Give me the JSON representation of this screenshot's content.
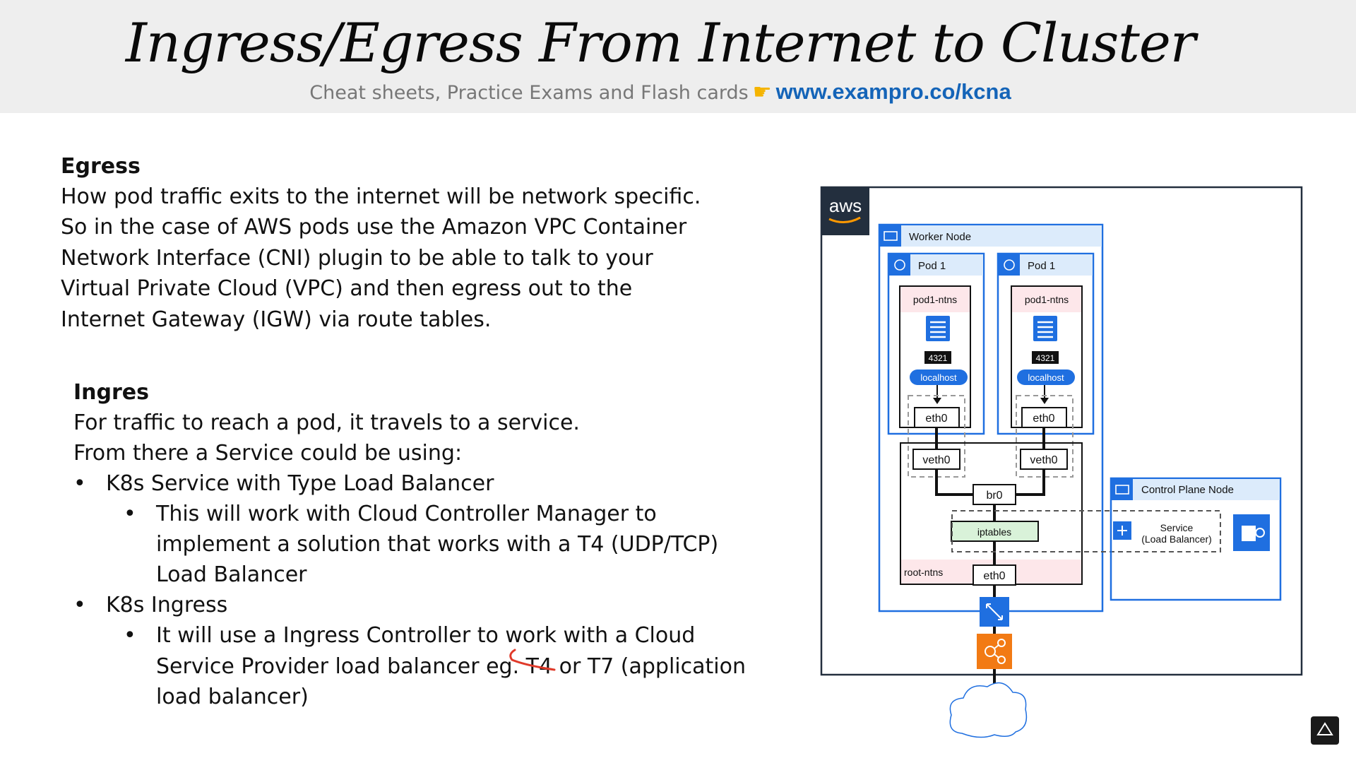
{
  "header": {
    "title": "Ingress/Egress From Internet to Cluster",
    "subtitle_text": "Cheat sheets, Practice Exams and Flash cards",
    "subtitle_icon": "pointing-hand-icon",
    "subtitle_link": "www.exampro.co/kcna"
  },
  "egress": {
    "heading": "Egress",
    "lines": [
      "How pod traffic exits to the internet will be network specific.",
      "So in the case of AWS pods use the Amazon VPC Container",
      "Network Interface (CNI) plugin to be able to talk to your",
      "Virtual Private Cloud (VPC) and then egress out to the",
      "Internet Gateway (IGW) via route tables."
    ]
  },
  "ingress": {
    "heading": "Ingres",
    "lines": [
      "For traffic to reach a pod, it travels to a service.",
      "From there a Service could be using:"
    ],
    "bullets": [
      {
        "text": "K8s Service with Type Load Balancer",
        "sub": [
          "This will work with Cloud Controller Manager to",
          "implement a solution that works with a T4 (UDP/TCP)",
          "Load Balancer"
        ]
      },
      {
        "text": "K8s Ingress",
        "sub": [
          "It will use a Ingress Controller to work with a Cloud",
          "Service Provider load balancer eg. T4 or T7 (application",
          "load balancer)"
        ]
      }
    ],
    "bullet_char": "•",
    "annotation_color": "#e03a2a"
  },
  "diagram": {
    "cloud_label": "aws",
    "worker_node": "Worker Node",
    "pods": [
      {
        "label": "Pod 1",
        "ns": "pod1-ntns",
        "port": "4321",
        "host": "localhost",
        "iface": "eth0",
        "veth": "veth0"
      },
      {
        "label": "Pod 1",
        "ns": "pod1-ntns",
        "port": "4321",
        "host": "localhost",
        "iface": "eth0",
        "veth": "veth0"
      }
    ],
    "bridge": "br0",
    "iptables": "iptables",
    "root_ns": "root-ntns",
    "root_iface": "eth0",
    "control_plane": "Control Plane Node",
    "service_line1": "Service",
    "service_line2": "(Load Balancer)",
    "icons": [
      "server-icon",
      "pod-icon",
      "document-icon",
      "vpc-router-icon",
      "internet-gateway-icon",
      "cloud-icon",
      "load-balancer-icon",
      "service-icon"
    ],
    "colors": {
      "aws_blue": "#1f6fe0",
      "node_fill": "#dcebfb",
      "pink": "#fde7ea",
      "green": "#d9f2d9",
      "gateway_orange": "#f27a14",
      "aws_dark": "#232f3e"
    }
  }
}
